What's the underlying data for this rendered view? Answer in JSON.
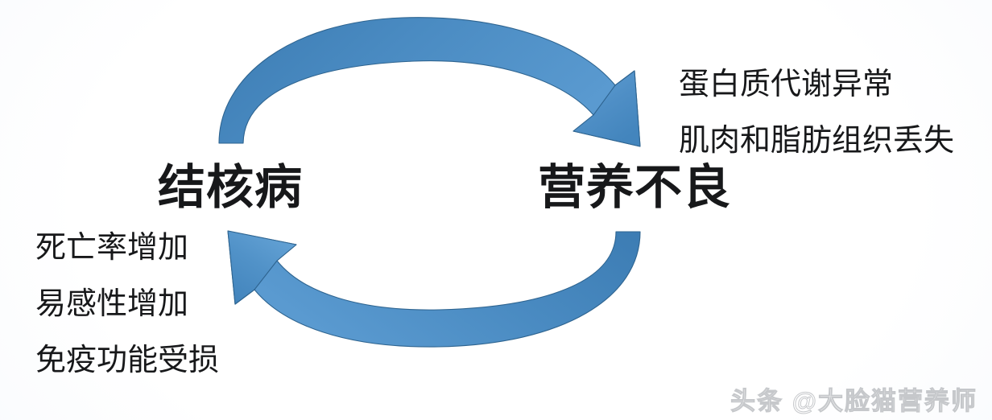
{
  "diagram": {
    "type": "cycle",
    "title_nodes": [
      {
        "id": "tuberculosis",
        "label": "结核病"
      },
      {
        "id": "malnutrition",
        "label": "营养不良"
      }
    ],
    "arrows": [
      {
        "id": "tb-to-malnutrition",
        "direction": "clockwise-top",
        "from": "结核病",
        "to": "营养不良",
        "color": "#3F80B8"
      },
      {
        "id": "malnutrition-to-tb",
        "direction": "counterclockwise-bottom",
        "from": "营养不良",
        "to": "结核病",
        "color": "#3F80B8"
      }
    ],
    "effects_right": [
      "蛋白质代谢异常",
      "肌肉和脂肪组织丢失"
    ],
    "effects_left": [
      "死亡率增加",
      "易感性增加",
      "免疫功能受损"
    ],
    "watermark": "头条 @大脸猫营养师",
    "colors": {
      "arrow_body": "#3F80B8",
      "arrow_head": "#5B9BD1",
      "arrow_edge": "#2E6490",
      "text": "#17181a",
      "background": "#ffffff"
    }
  }
}
